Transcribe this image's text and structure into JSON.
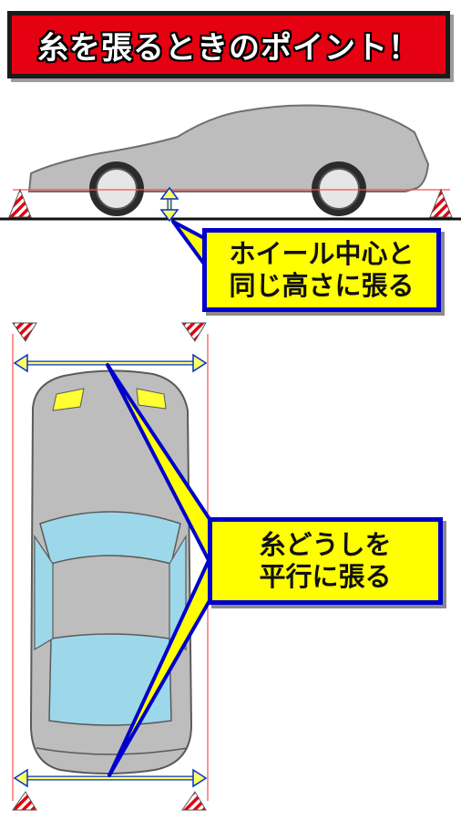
{
  "title": "糸を張るときのポイント！",
  "callouts": {
    "wheel_height": {
      "line1": "ホイール中心と",
      "line2": "同じ高さに張る"
    },
    "parallel": {
      "line1": "糸どうしを",
      "line2": "平行に張る"
    }
  },
  "colors": {
    "banner_red": "#e50012",
    "callout_yellow": "#ffff00",
    "callout_border_blue": "#0000cc",
    "car_gray": "#c0c0c0",
    "glass_blue": "#9dd8ea",
    "string_red": "#ff4d4d",
    "arrow_yellow": "#ffff66"
  },
  "icons": [
    "red-white-striped-stand-icon",
    "double-arrow-icon",
    "side-view-car-icon",
    "top-view-car-icon"
  ]
}
